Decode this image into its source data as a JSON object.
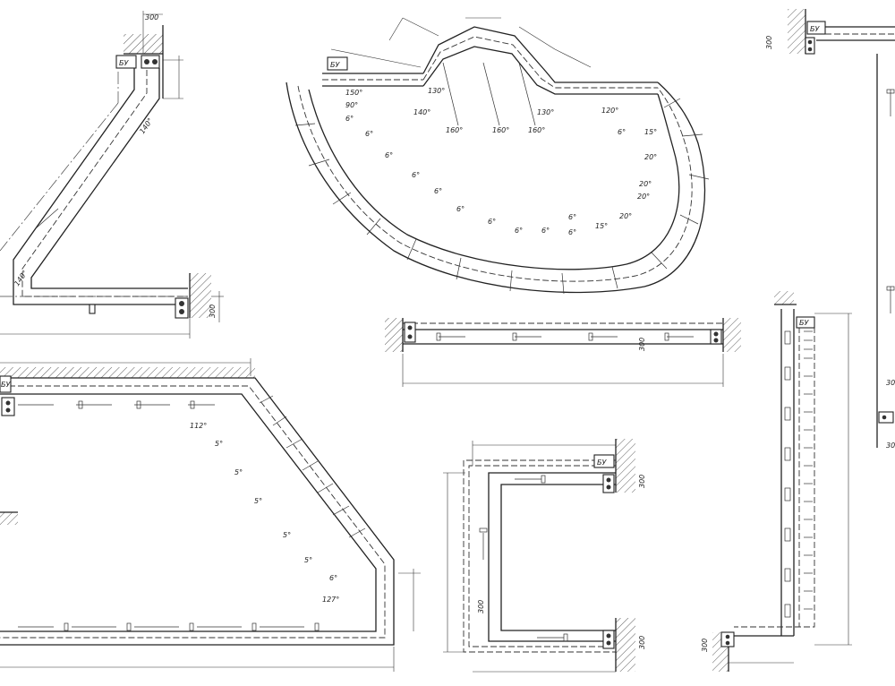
{
  "labels": {
    "box_marker": "БУ",
    "dim_300": "300",
    "ang_140": "140°",
    "ang_150": "150°",
    "ang_90": "90°",
    "ang_130": "130°",
    "ang_160": "160°",
    "ang_120": "120°",
    "ang_6": "6°",
    "ang_15": "15°",
    "ang_20": "20°",
    "ang_112": "112°",
    "ang_5": "5°",
    "ang_127": "127°"
  }
}
